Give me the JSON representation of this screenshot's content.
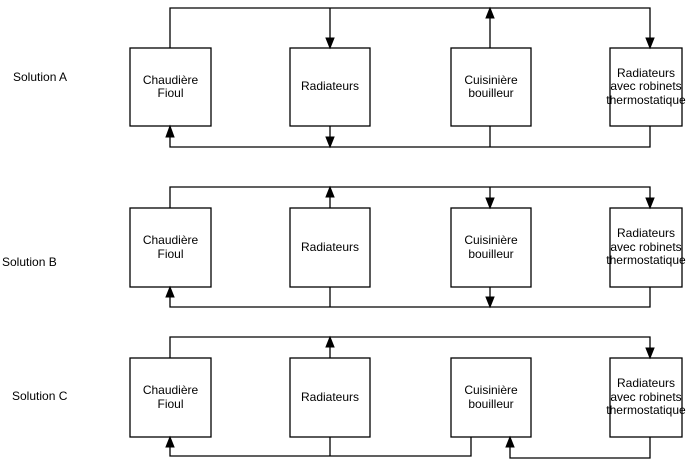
{
  "diagram": {
    "background_color": "#ffffff",
    "line_color": "#000000",
    "box_fill_color": "#ffffff",
    "rows": [
      {
        "label": "Solution A",
        "boxes": [
          {
            "label": "Chaudière\nFioul"
          },
          {
            "label": "Radiateurs"
          },
          {
            "label": "Cuisinière\nbouilleur"
          },
          {
            "label": "Radiateurs\navec robinets\nthermostatique"
          }
        ]
      },
      {
        "label": "Solution B",
        "boxes": [
          {
            "label": "Chaudière\nFioul"
          },
          {
            "label": "Radiateurs"
          },
          {
            "label": "Cuisinière\nbouilleur"
          },
          {
            "label": "Radiateurs\navec robinets\nthermostatique"
          }
        ]
      },
      {
        "label": "Solution C",
        "boxes": [
          {
            "label": "Chaudière\nFioul"
          },
          {
            "label": "Radiateurs"
          },
          {
            "label": "Cuisinière\nbouilleur"
          },
          {
            "label": "Radiateurs\navec robinets\nthermostatique"
          }
        ]
      }
    ]
  }
}
